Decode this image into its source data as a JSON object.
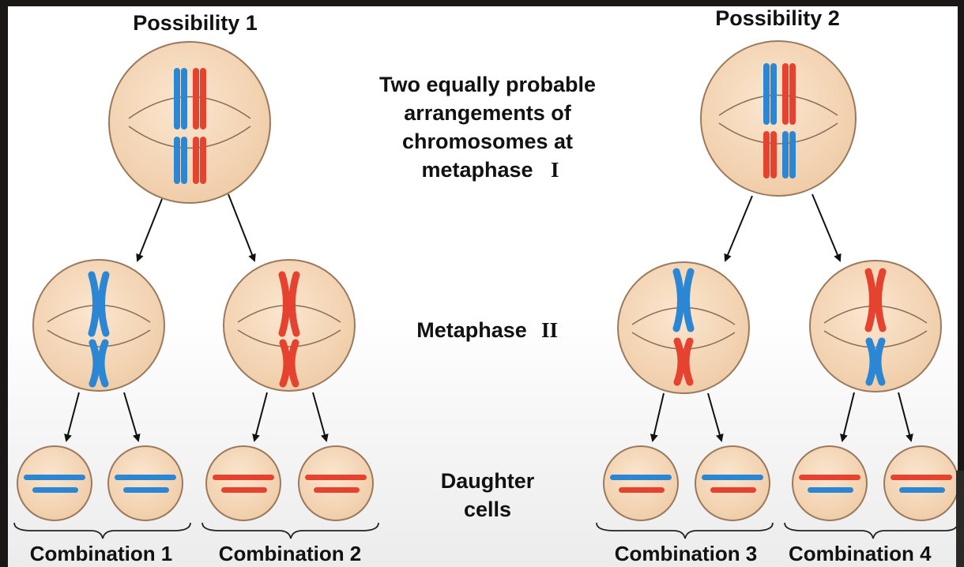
{
  "labels": {
    "possibility_1": "Possibility 1",
    "possibility_2": "Possibility 2",
    "arrangements_line1": "Two equally probable",
    "arrangements_line2": "arrangements of",
    "arrangements_line3": "chromosomes at",
    "arrangements_line4": "metaphase",
    "arrangements_roman": "I",
    "metaphase2": "Metaphase",
    "metaphase2_roman": "II",
    "daughter_line1": "Daughter",
    "daughter_line2": "cells",
    "combination_1": "Combination 1",
    "combination_2": "Combination 2",
    "combination_3": "Combination 3",
    "combination_4": "Combination 4"
  },
  "colors": {
    "blue": "#2b86d4",
    "red": "#e5422f",
    "cell_fill": "#f6dcc0",
    "cell_stroke": "#9a7a5e",
    "text": "#111111"
  }
}
